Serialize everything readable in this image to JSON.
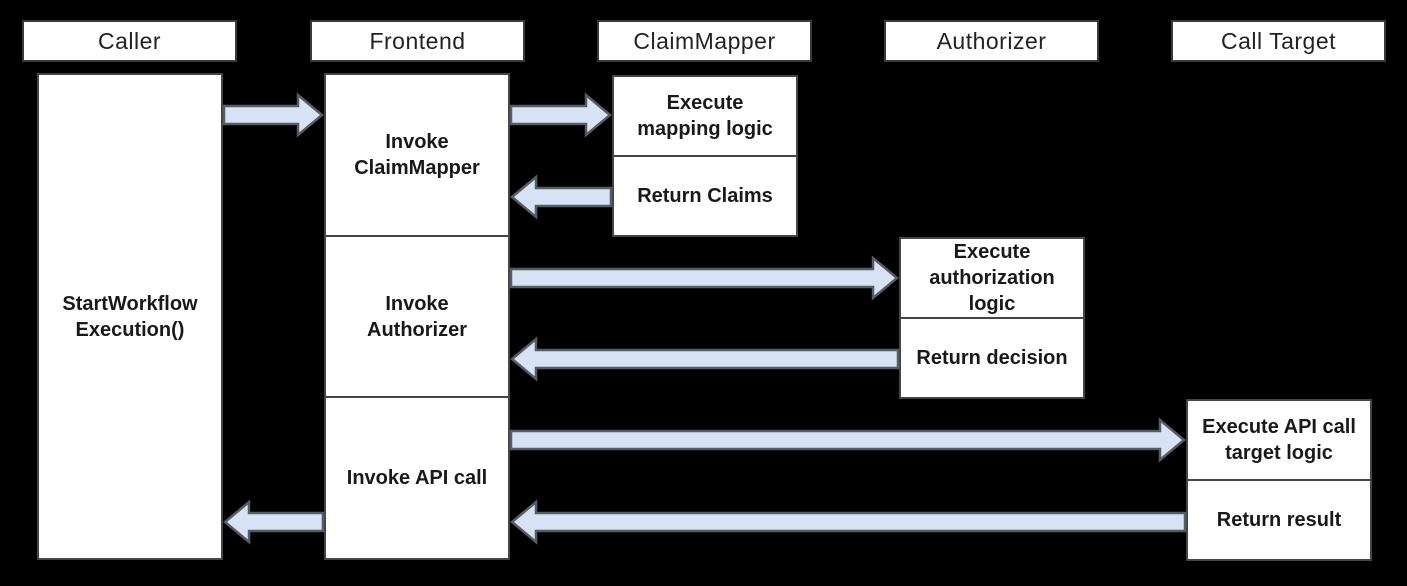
{
  "diagram": {
    "type": "sequence-diagram",
    "background_color": "#000000",
    "lanes": [
      {
        "id": "caller",
        "label": "Caller"
      },
      {
        "id": "frontend",
        "label": "Frontend"
      },
      {
        "id": "claimmapper",
        "label": "ClaimMapper"
      },
      {
        "id": "authorizer",
        "label": "Authorizer"
      },
      {
        "id": "calltarget",
        "label": "Call Target"
      }
    ],
    "boxes": {
      "caller_activity": {
        "lane": "Caller",
        "label": "StartWorkflow\nExecution()"
      },
      "frontend_step1": {
        "lane": "Frontend",
        "label": "Invoke\nClaimMapper"
      },
      "frontend_step2": {
        "lane": "Frontend",
        "label": "Invoke\nAuthorizer"
      },
      "frontend_step3": {
        "lane": "Frontend",
        "label": "Invoke API call"
      },
      "claimmapper_exec": {
        "lane": "ClaimMapper",
        "label": "Execute\nmapping logic"
      },
      "claimmapper_return": {
        "lane": "ClaimMapper",
        "label": "Return Claims"
      },
      "authorizer_exec": {
        "lane": "Authorizer",
        "label": "Execute\nauthorization\nlogic"
      },
      "authorizer_return": {
        "lane": "Authorizer",
        "label": "Return decision"
      },
      "calltarget_exec": {
        "lane": "Call Target",
        "label": "Execute API call\ntarget logic"
      },
      "calltarget_return": {
        "lane": "Call Target",
        "label": "Return result"
      }
    },
    "arrows": [
      {
        "from": "caller",
        "to": "frontend",
        "slot": 0
      },
      {
        "from": "frontend",
        "to": "claimmapper",
        "slot": 0
      },
      {
        "from": "claimmapper",
        "to": "frontend",
        "slot": 1
      },
      {
        "from": "frontend",
        "to": "authorizer",
        "slot": 2
      },
      {
        "from": "authorizer",
        "to": "frontend",
        "slot": 3
      },
      {
        "from": "frontend",
        "to": "calltarget",
        "slot": 4
      },
      {
        "from": "calltarget",
        "to": "frontend",
        "slot": 5
      },
      {
        "from": "frontend",
        "to": "caller",
        "slot": 5
      }
    ],
    "style": {
      "box_fill": "#ffffff",
      "box_border": "#454545",
      "header_border": "#3a3a3a",
      "arrow_fill": "#d7e3f4",
      "arrow_stroke": "#565c63",
      "text_color": "#191919"
    }
  }
}
